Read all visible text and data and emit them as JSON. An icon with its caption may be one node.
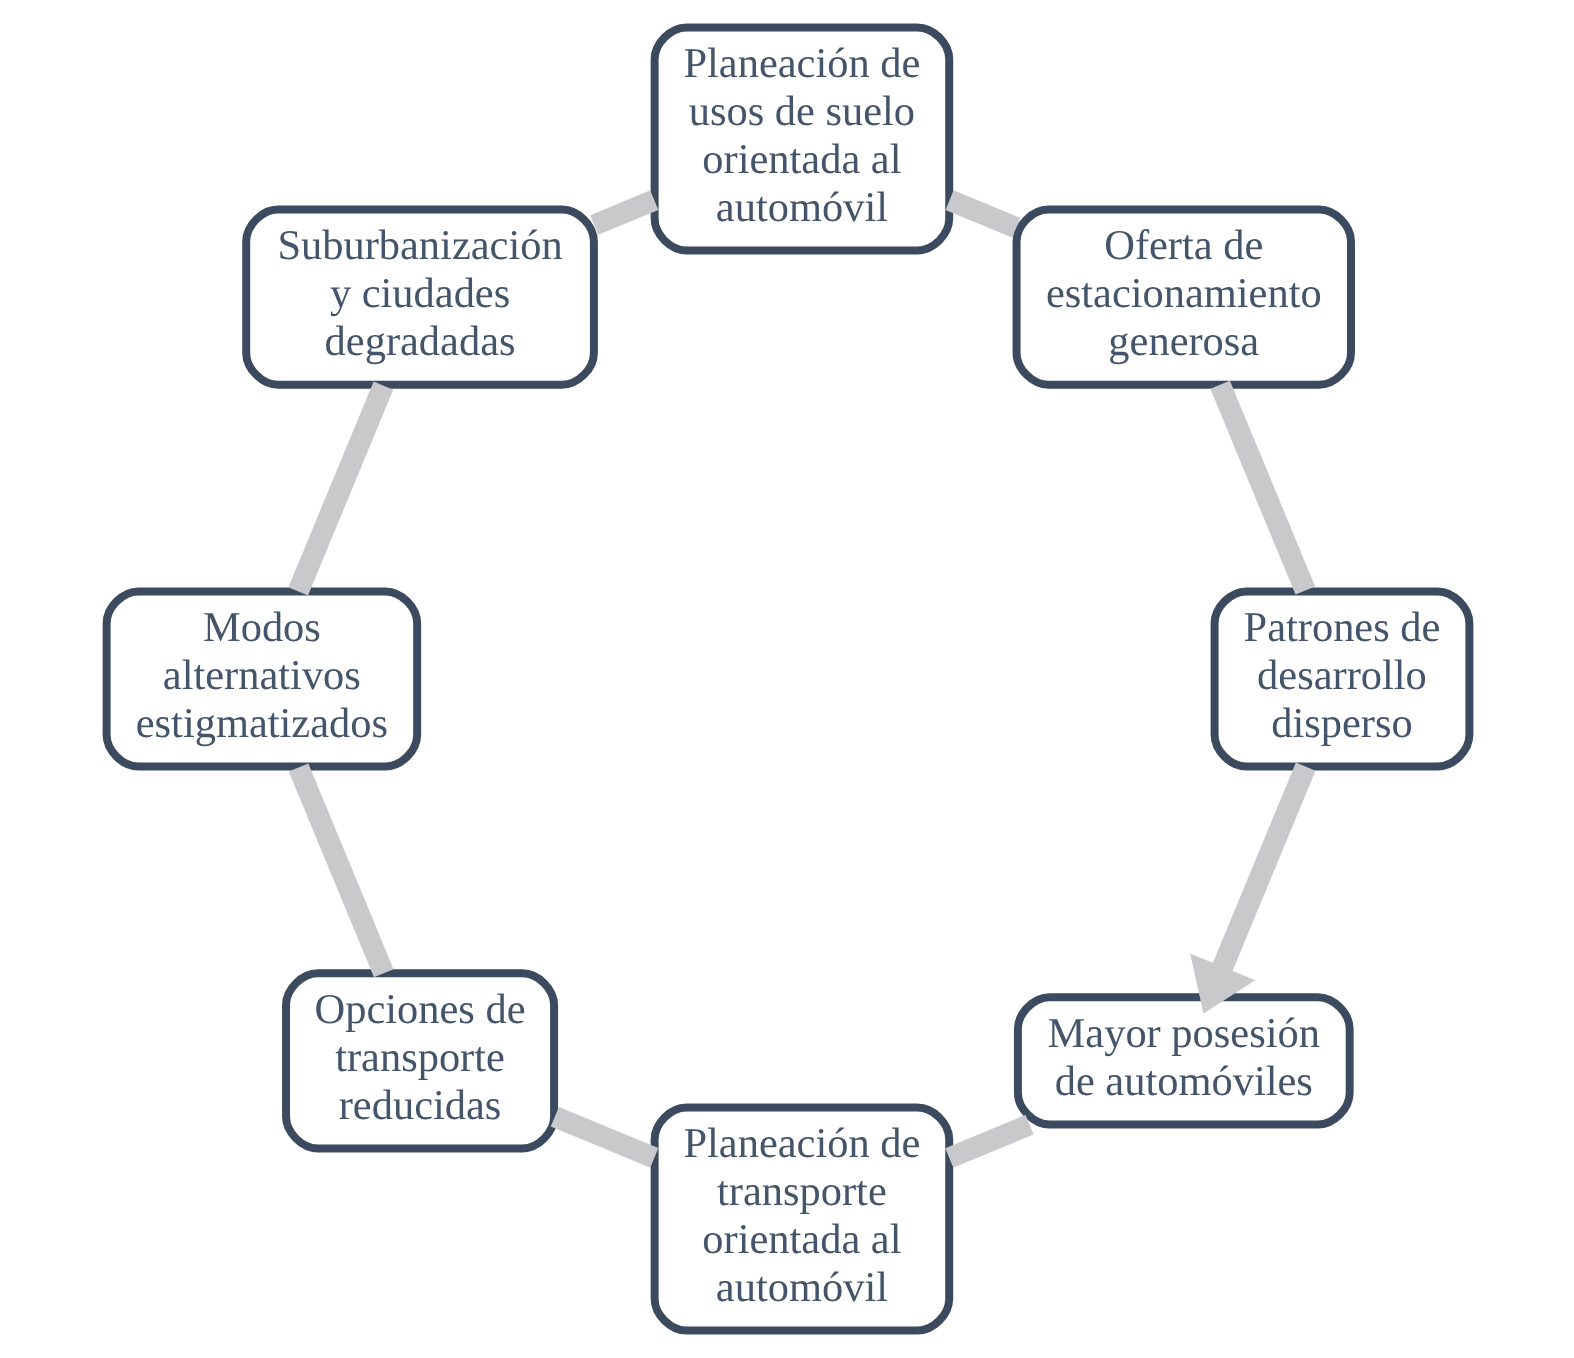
{
  "diagram": {
    "nodes": [
      {
        "text": [
          "Mayor posesión de automóviles"
        ]
      },
      {
        "text": [
          "Planeación de transporte orientada al automóvil"
        ]
      },
      {
        "text": [
          "Opciones de transporte reducidas"
        ]
      },
      {
        "text": [
          "Modos alternativos estigmatizados"
        ]
      },
      {
        "text": [
          "Suburbanización y ciudades degradadas"
        ]
      },
      {
        "text": [
          "Planeación de usos de suelo orientada al automóvil"
        ]
      },
      {
        "text": [
          "Oferta de estacionamiento generosa"
        ]
      },
      {
        "text": [
          "Patrones de desarrollo disperso"
        ]
      }
    ],
    "edges": [
      {
        "from": 0,
        "to": 1,
        "arrow": "none"
      },
      {
        "from": 1,
        "to": 2,
        "arrow": "none"
      },
      {
        "from": 2,
        "to": 3,
        "arrow": "none"
      },
      {
        "from": 3,
        "to": 4,
        "arrow": "none"
      },
      {
        "from": 4,
        "to": 5,
        "arrow": "none"
      },
      {
        "from": 5,
        "to": 6,
        "arrow": "none"
      },
      {
        "from": 6,
        "to": 7,
        "arrow": "none"
      },
      {
        "from": 7,
        "to": 0,
        "arrow": "to"
      }
    ]
  }
}
